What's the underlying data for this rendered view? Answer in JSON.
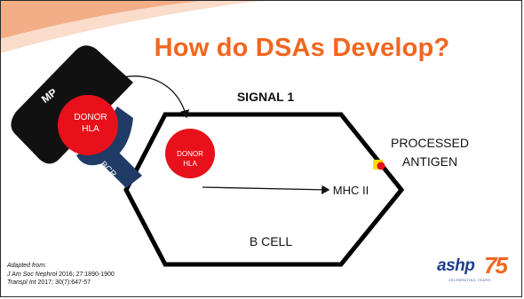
{
  "slide": {
    "title": "How do DSAs Develop?",
    "colors": {
      "title": "#f2661f",
      "donor_hla": "#e8101a",
      "macrophage": "#111111",
      "bcr": "#1f3b66",
      "antigen_square": "#f5e000",
      "antigen_dot": "#e8101a",
      "accent_stripe": "#f2a57a",
      "logo_blue": "#1f3f8f",
      "logo_orange": "#f2661f"
    }
  },
  "diagram": {
    "signal_label": "SIGNAL 1",
    "macrophage_label": "MP",
    "donor_hla_label_1": "DONOR",
    "donor_hla_label_2": "HLA",
    "bcr_label": "BCR",
    "internalized_label_1": "DONOR",
    "internalized_label_2": "HLA",
    "processed_antigen_line1": "PROCESSED",
    "processed_antigen_line2": "ANTIGEN",
    "mhc_label": "MHC II",
    "cell_label": "B CELL",
    "icons": {
      "curved_arrow": "curved-arrow-icon",
      "straight_arrow": "right-arrow-icon"
    }
  },
  "citation": {
    "line1": "Adapted from:",
    "line2_journal": "J Am Soc Nephrol",
    "line2_rest": " 2016; 27:1890-1900",
    "line3_journal": "Transpl Int",
    "line3_rest": " 2017; 30(7):647-57"
  },
  "logo": {
    "text": "ashp",
    "number": "75",
    "sub": "CELEBRATING YEARS"
  }
}
